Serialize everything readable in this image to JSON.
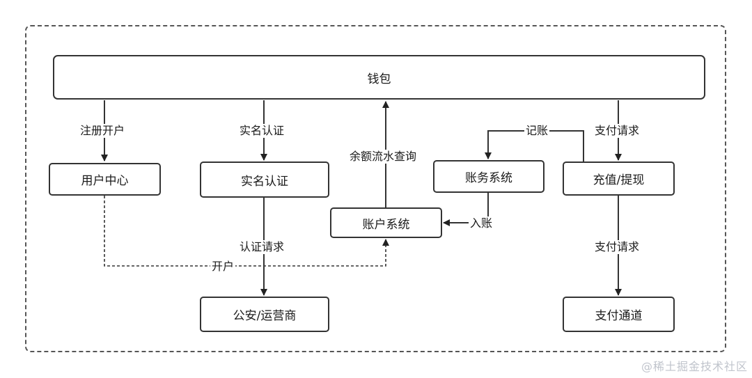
{
  "nodes": {
    "wallet": "钱包",
    "user_center": "用户中心",
    "real_name_auth": "实名认证",
    "account_system": "账户系统",
    "accounting_system": "账务系统",
    "recharge_withdraw": "充值/提现",
    "police_carrier": "公安/运营商",
    "payment_channel": "支付通道"
  },
  "edges": {
    "register": "注册开户",
    "real_name": "实名认证",
    "balance_query": "余额流水查询",
    "bookkeeping": "记账",
    "pay_request_top": "支付请求",
    "post_entry": "入账",
    "auth_request": "认证请求",
    "open_account": "开户",
    "pay_request_bottom": "支付请求"
  },
  "watermark": "@稀土掘金技术社区"
}
